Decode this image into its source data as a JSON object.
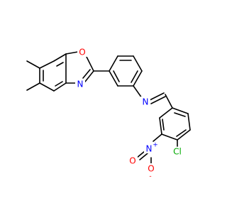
{
  "molecule": {
    "atoms": {
      "oxygen_ring": {
        "label": "O",
        "color": "#ff0000"
      },
      "nitrogen_ring": {
        "label": "N",
        "color": "#0000ff"
      },
      "nitrogen_imine": {
        "label": "N",
        "color": "#0000ff"
      },
      "chlorine": {
        "label": "Cl",
        "color": "#00aa00"
      },
      "nitro_n": {
        "label": "N",
        "color": "#0000ff",
        "charge": "+"
      },
      "nitro_o_left": {
        "label": "O",
        "color": "#ff0000"
      },
      "nitro_o_bottom": {
        "label": "O",
        "color": "#ff0000",
        "charge": "-"
      }
    },
    "bond_color": "#000000"
  }
}
